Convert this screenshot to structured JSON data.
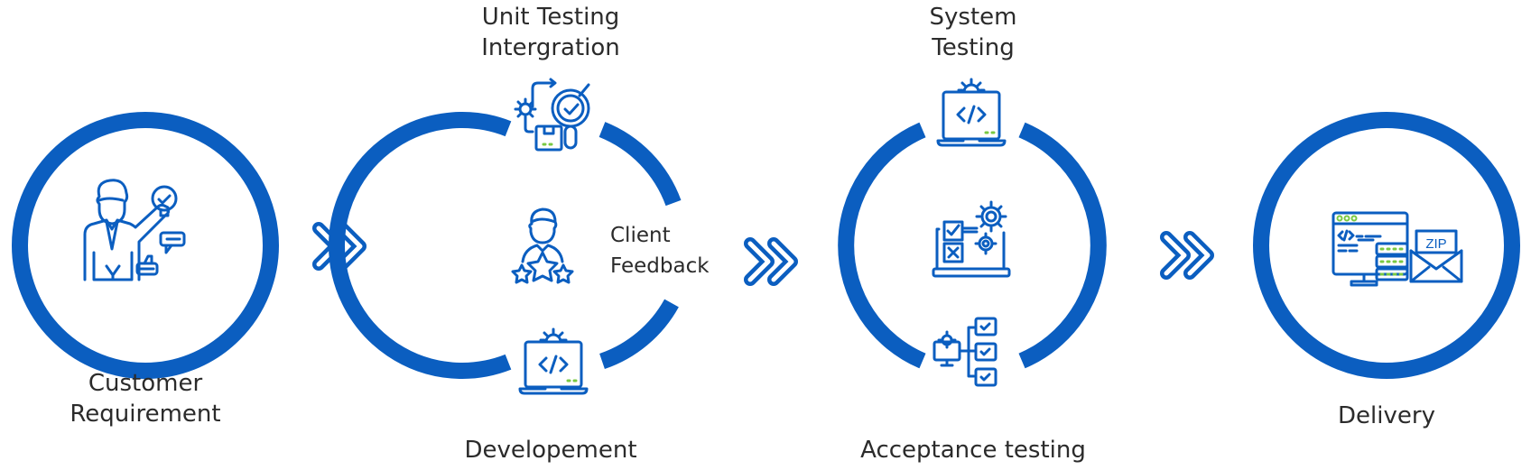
{
  "diagram": {
    "title": "Software Delivery Process",
    "accent_color": "#0B5EC0",
    "highlight_color": "#7AC943",
    "text_color": "#2b2b2b",
    "stages": [
      {
        "id": "customer-requirement",
        "label_line1": "Customer",
        "label_line2": "Requirement",
        "icon": "presenter-with-idea-icon"
      },
      {
        "id": "development",
        "top_label_line1": "Unit Testing",
        "top_label_line2": "Intergration",
        "center_label_line1": "Client",
        "center_label_line2": "Feedback",
        "bottom_label": "Developement",
        "top_icon": "unit-testing-magnifier-icon",
        "center_icon": "client-rating-stars-icon",
        "bottom_icon": "laptop-code-icon"
      },
      {
        "id": "testing",
        "top_label_line1": "System",
        "top_label_line2": "Testing",
        "bottom_label": "Acceptance testing",
        "top_icon": "laptop-code-icon",
        "center_icon": "test-checklist-gears-icon",
        "bottom_icon": "monitor-checklist-icon"
      },
      {
        "id": "delivery",
        "label": "Delivery",
        "icon": "zip-delivery-icon",
        "zip_text": "ZIP"
      }
    ],
    "connectors": [
      "double-chevron",
      "double-chevron",
      "double-chevron"
    ]
  }
}
